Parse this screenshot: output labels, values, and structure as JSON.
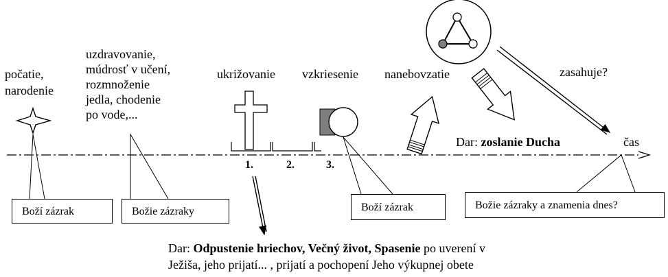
{
  "timeline": {
    "axis_label": "čas",
    "events": {
      "conception": "počatie,\nnarodenie",
      "ministry": "uzdravovanie,\nmúdrosť v učení,\nrozmnoženie\njedla, chodenie\npo vode,...",
      "crucifixion": "ukrižovanie",
      "resurrection": "vzkriesenie",
      "ascension": "nanebovzatie",
      "intervenes": "zasahuje?"
    },
    "steps": [
      "1.",
      "2.",
      "3."
    ]
  },
  "callouts": {
    "miracle_birth": "Boží zázrak",
    "miracles_ministry": "Božie zázraky",
    "miracle_resurrection": "Boží zázrak",
    "miracles_today": "Božie zázraky a znamenia dnes?"
  },
  "gifts": {
    "spirit_prefix": "Dar:",
    "spirit_bold": "zoslanie Ducha",
    "salvation_prefix": "Dar:",
    "salvation_bold_1": "Odpustenie hriechov, Večný život,",
    "salvation_bold_2": "Spasenie",
    "salvation_rest_1": "po uverení v",
    "salvation_line2": "Ježiša, jeho prijatí... , prijatí a pochopení Jeho výkupnej obete"
  },
  "colors": {
    "ink": "#000000",
    "tomb_stone": "#7f7f7f",
    "circle_fill": "#7f7f7f"
  }
}
